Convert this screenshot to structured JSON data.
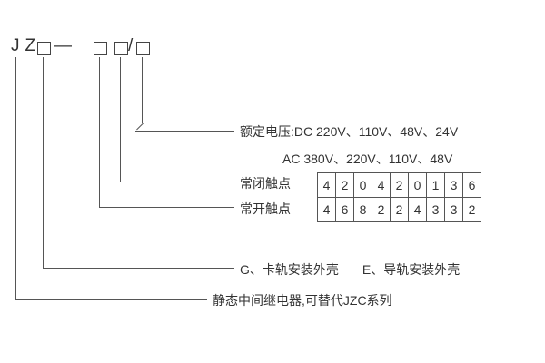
{
  "model_code": {
    "prefix": "JZ",
    "dash": "—",
    "slash": "/"
  },
  "annotations": {
    "rated_voltage_line1": "额定电压:DC 220V、110V、48V、24V",
    "rated_voltage_line2": "AC 380V、220V、110V、48V",
    "nc_contact_label": "常闭触点",
    "no_contact_label": "常开触点",
    "shell_g": "G、卡轨安装外壳",
    "shell_e": "E、导轨安装外壳",
    "series_desc": "静态中间继电器,可替代JZC系列"
  },
  "contact_table": {
    "nc_row": [
      "4",
      "2",
      "0",
      "4",
      "2",
      "0",
      "1",
      "3",
      "6"
    ],
    "no_row": [
      "4",
      "6",
      "8",
      "2",
      "2",
      "4",
      "3",
      "3",
      "2"
    ]
  },
  "colors": {
    "line": "#555555",
    "text": "#333333",
    "background": "#ffffff"
  }
}
